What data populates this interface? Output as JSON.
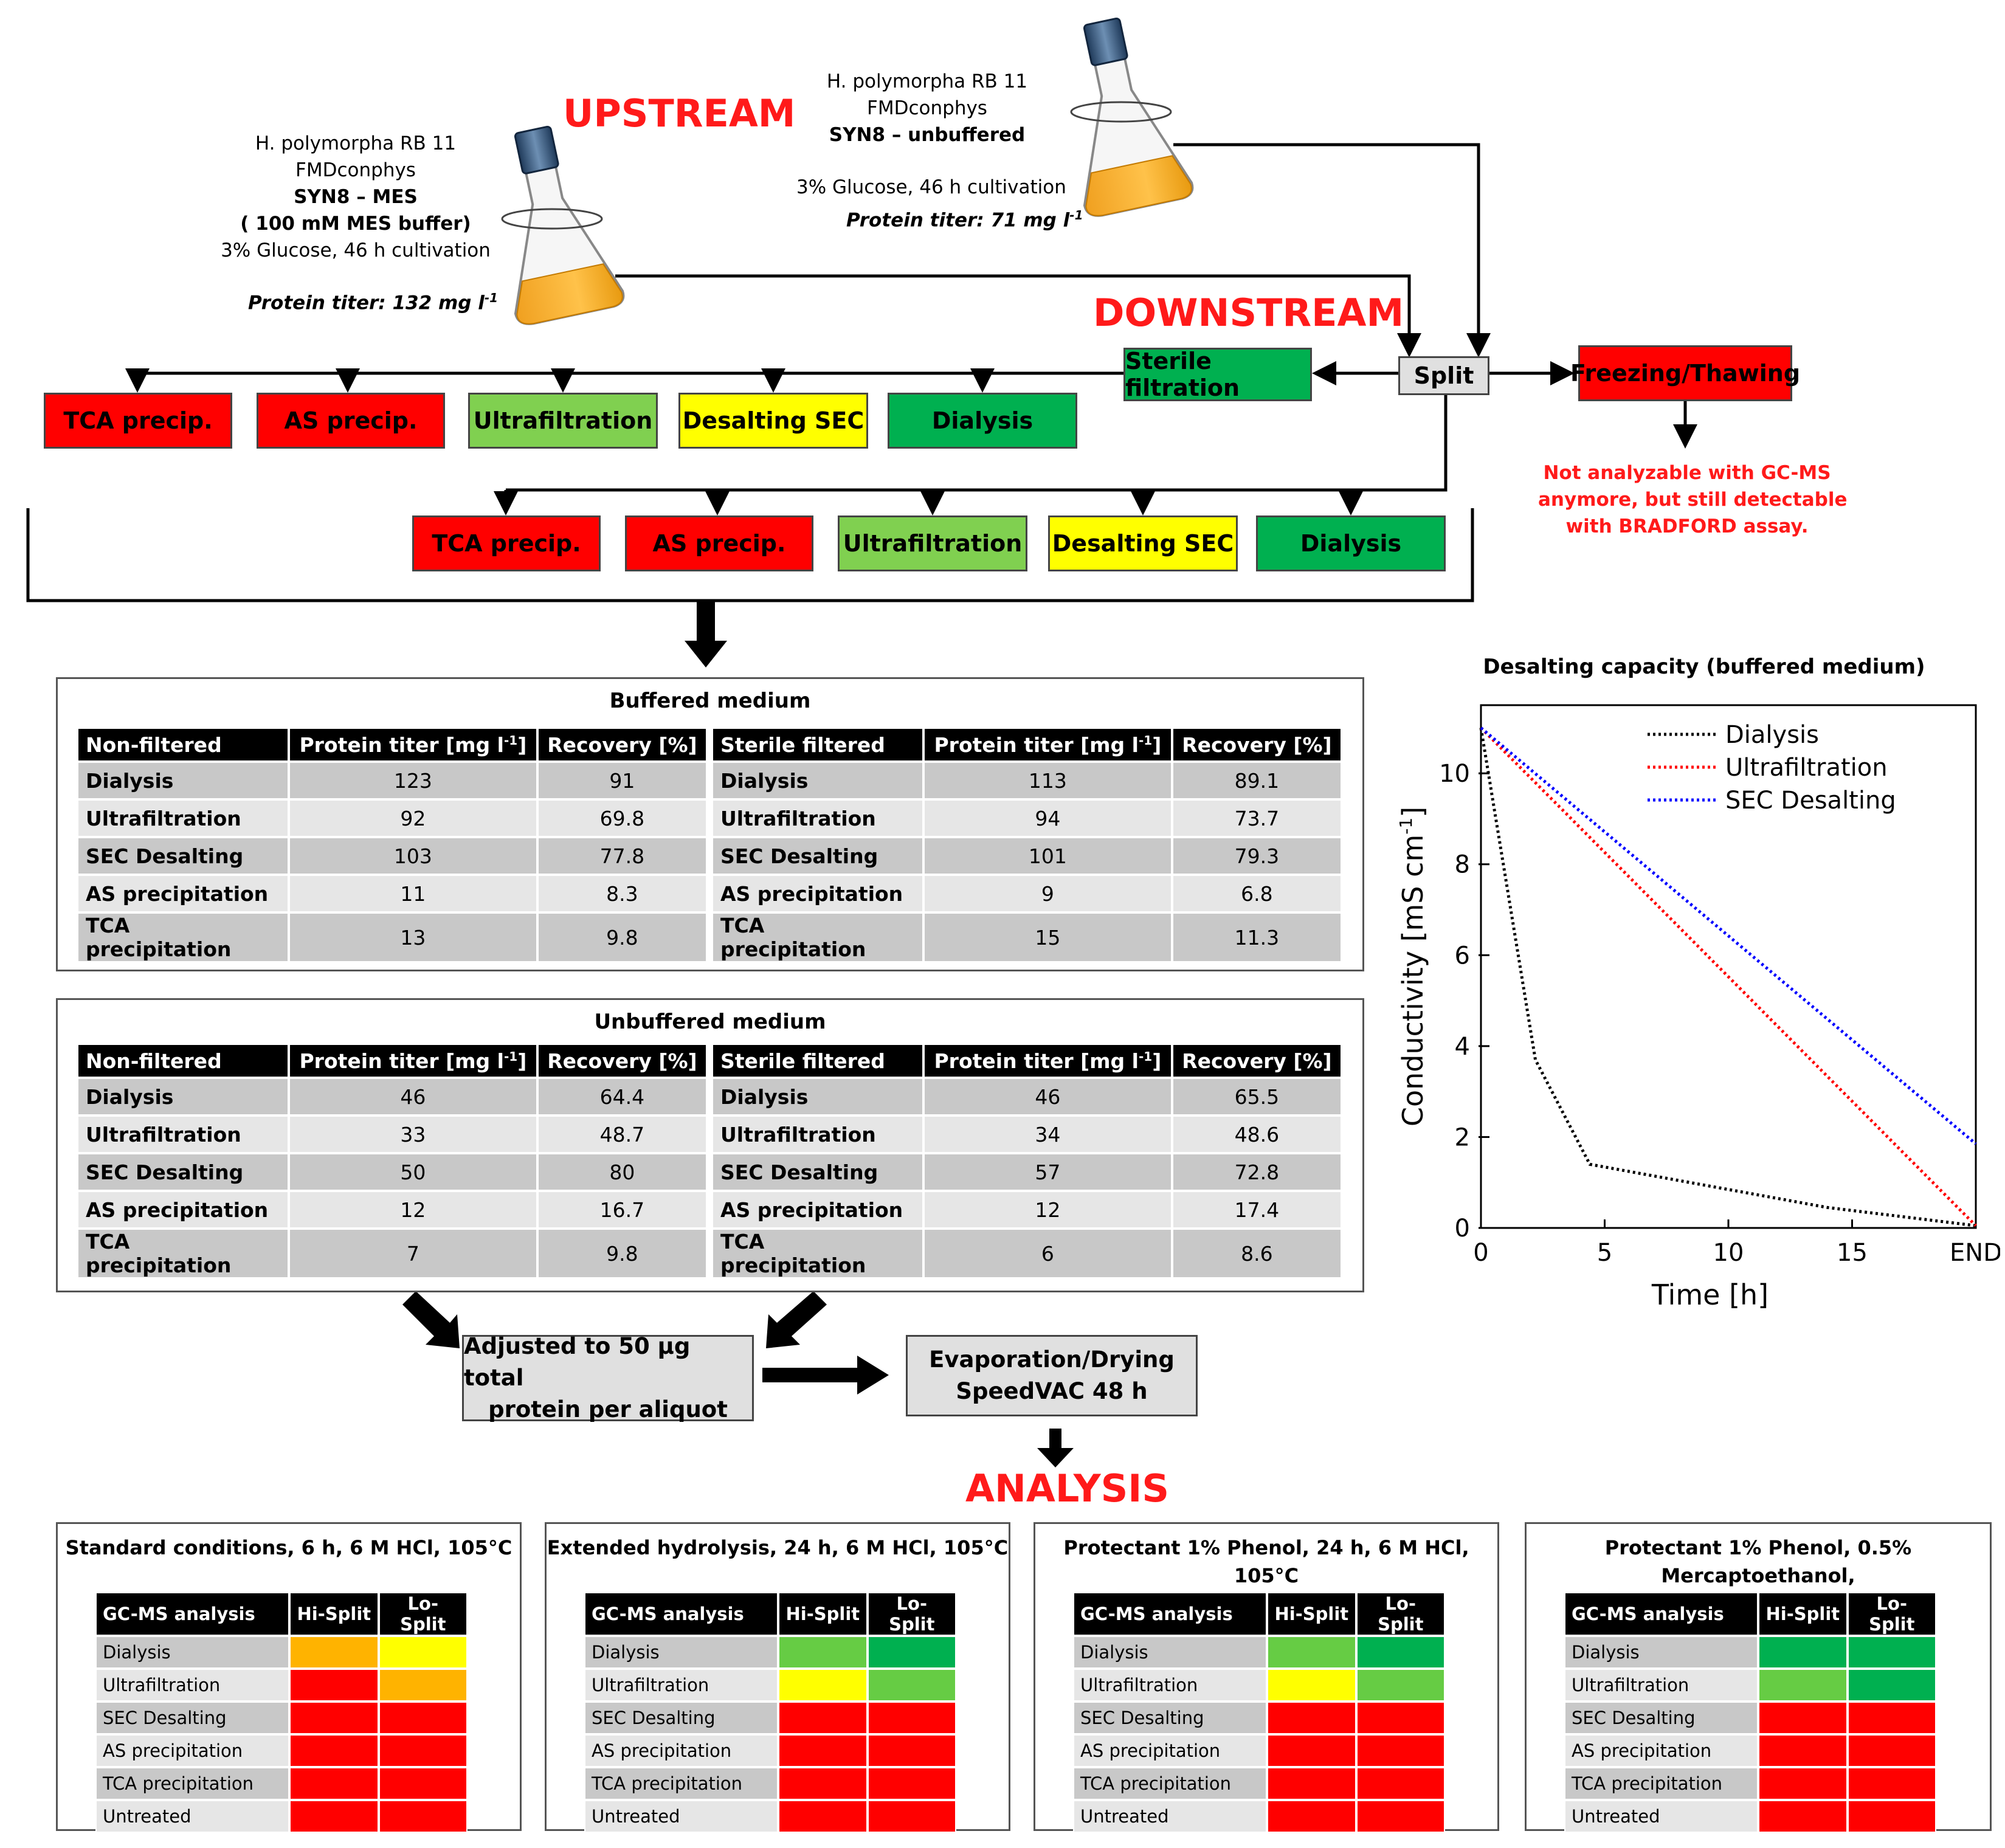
{
  "upstream": {
    "heading": "UPSTREAM",
    "left": {
      "line1": "H. polymorpha RB 11",
      "line2": "FMDconphys",
      "line3": "SYN8 – MES",
      "line4": "( 100 mM MES buffer)",
      "line5": "3% Glucose, 46 h cultivation",
      "titer": "Protein titer: 132 mg l"
    },
    "right": {
      "line1": "H. polymorpha RB 11",
      "line2": "FMDconphys",
      "line3": "SYN8 – unbuffered",
      "line4": "3% Glucose, 46 h cultivation",
      "titer": "Protein titer: 71 mg l"
    },
    "titer_exp": "-1"
  },
  "downstream": {
    "heading": "DOWNSTREAM",
    "sterile": "Sterile filtration",
    "split": "Split",
    "freeze": "Freezing/Thawing",
    "note1": "Not analyzable with GC-MS",
    "note2": "anymore, but still detectable",
    "note3": "with BRADFORD assay.",
    "methods": [
      "TCA precip.",
      "AS precip.",
      "Ultrafiltration",
      "Desalting SEC",
      "Dialysis"
    ]
  },
  "buffered": {
    "title": "Buffered medium",
    "left_header": [
      "Non-filtered",
      "Protein titer [mg l",
      "Recovery [%]"
    ],
    "right_header": [
      "Sterile filtered",
      "Protein titer [mg l",
      "Recovery [%]"
    ],
    "header_exp": "-1",
    "left_rows": [
      [
        "Dialysis",
        "123",
        "91"
      ],
      [
        "Ultrafiltration",
        "92",
        "69.8"
      ],
      [
        "SEC Desalting",
        "103",
        "77.8"
      ],
      [
        "AS precipitation",
        "11",
        "8.3"
      ],
      [
        "TCA precipitation",
        "13",
        "9.8"
      ]
    ],
    "right_rows": [
      [
        "Dialysis",
        "113",
        "89.1"
      ],
      [
        "Ultrafiltration",
        "94",
        "73.7"
      ],
      [
        "SEC Desalting",
        "101",
        "79.3"
      ],
      [
        "AS precipitation",
        "9",
        "6.8"
      ],
      [
        "TCA precipitation",
        "15",
        "11.3"
      ]
    ]
  },
  "unbuffered": {
    "title": "Unbuffered medium",
    "left_header": [
      "Non-filtered",
      "Protein titer [mg l",
      "Recovery [%]"
    ],
    "right_header": [
      "Sterile filtered",
      "Protein titer [mg l",
      "Recovery [%]"
    ],
    "header_exp": "-1",
    "left_rows": [
      [
        "Dialysis",
        "46",
        "64.4"
      ],
      [
        "Ultrafiltration",
        "33",
        "48.7"
      ],
      [
        "SEC Desalting",
        "50",
        "80"
      ],
      [
        "AS precipitation",
        "12",
        "16.7"
      ],
      [
        "TCA precipitation",
        "7",
        "9.8"
      ]
    ],
    "right_rows": [
      [
        "Dialysis",
        "46",
        "65.5"
      ],
      [
        "Ultrafiltration",
        "34",
        "48.6"
      ],
      [
        "SEC Desalting",
        "57",
        "72.8"
      ],
      [
        "AS precipitation",
        "12",
        "17.4"
      ],
      [
        "TCA precipitation",
        "6",
        "8.6"
      ]
    ]
  },
  "process": {
    "adjust1": "Adjusted to 50 µg total",
    "adjust2": "protein per aliquot",
    "evap1": "Evaporation/Drying",
    "evap2": "SpeedVAC 48 h",
    "analysis": "ANALYSIS"
  },
  "gcms": {
    "header": [
      "GC-MS analysis",
      "Hi-Split",
      "Lo-Split"
    ],
    "rows": [
      "Dialysis",
      "Ultrafiltration",
      "SEC Desalting",
      "AS precipitation",
      "TCA precipitation",
      "Untreated"
    ],
    "colors": {
      "orange": "#ffb300",
      "yellow": "#ffff00",
      "red": "#ff0000",
      "lgreen": "#66cc44",
      "dgreen": "#00b050"
    },
    "panels": [
      {
        "title": "Standard conditions, 6 h, 6 M HCl, 105°C",
        "title2": "",
        "cells": [
          [
            "orange",
            "yellow"
          ],
          [
            "red",
            "orange"
          ],
          [
            "red",
            "red"
          ],
          [
            "red",
            "red"
          ],
          [
            "red",
            "red"
          ],
          [
            "red",
            "red"
          ]
        ]
      },
      {
        "title": "Extended hydrolysis, 24 h, 6 M HCl, 105°C",
        "title2": "",
        "cells": [
          [
            "lgreen",
            "dgreen"
          ],
          [
            "yellow",
            "lgreen"
          ],
          [
            "red",
            "red"
          ],
          [
            "red",
            "red"
          ],
          [
            "red",
            "red"
          ],
          [
            "red",
            "red"
          ]
        ]
      },
      {
        "title": "Protectant  1% Phenol, 24 h, 6 M HCl, 105°C",
        "title2": "",
        "cells": [
          [
            "lgreen",
            "dgreen"
          ],
          [
            "yellow",
            "lgreen"
          ],
          [
            "red",
            "red"
          ],
          [
            "red",
            "red"
          ],
          [
            "red",
            "red"
          ],
          [
            "red",
            "red"
          ]
        ]
      },
      {
        "title": "Protectant  1% Phenol, 0.5% Mercaptoethanol,",
        "title2": "24 h, 6 M HCl, 105°C",
        "cells": [
          [
            "dgreen",
            "dgreen"
          ],
          [
            "lgreen",
            "dgreen"
          ],
          [
            "red",
            "red"
          ],
          [
            "red",
            "red"
          ],
          [
            "red",
            "red"
          ],
          [
            "red",
            "red"
          ]
        ]
      }
    ]
  },
  "chart_data": {
    "type": "line",
    "title": "Desalting capacity (buffered medium)",
    "xlabel": "Time [h]",
    "ylabel": "Conductivity [mS cm",
    "ylabel_exp": "-1",
    "ylabel_close": "]",
    "xticks": [
      "0",
      "5",
      "10",
      "15",
      "END"
    ],
    "xtick_values": [
      0,
      5,
      10,
      15,
      20
    ],
    "yticks": [
      "0",
      "2",
      "4",
      "6",
      "8",
      "10"
    ],
    "xlim": [
      0,
      20
    ],
    "ylim": [
      0,
      11.5
    ],
    "legend_position": "top-right",
    "series": [
      {
        "name": "Dialysis",
        "color": "#000000",
        "x": [
          0,
          2.2,
          4.4,
          14,
          20
        ],
        "y": [
          11,
          3.7,
          1.4,
          0.45,
          0.05
        ]
      },
      {
        "name": "Ultrafiltration",
        "color": "#ff0000",
        "x": [
          0,
          20
        ],
        "y": [
          11,
          0.05
        ]
      },
      {
        "name": "SEC Desalting",
        "color": "#0000ff",
        "x": [
          0,
          20
        ],
        "y": [
          11,
          1.85
        ]
      }
    ]
  }
}
